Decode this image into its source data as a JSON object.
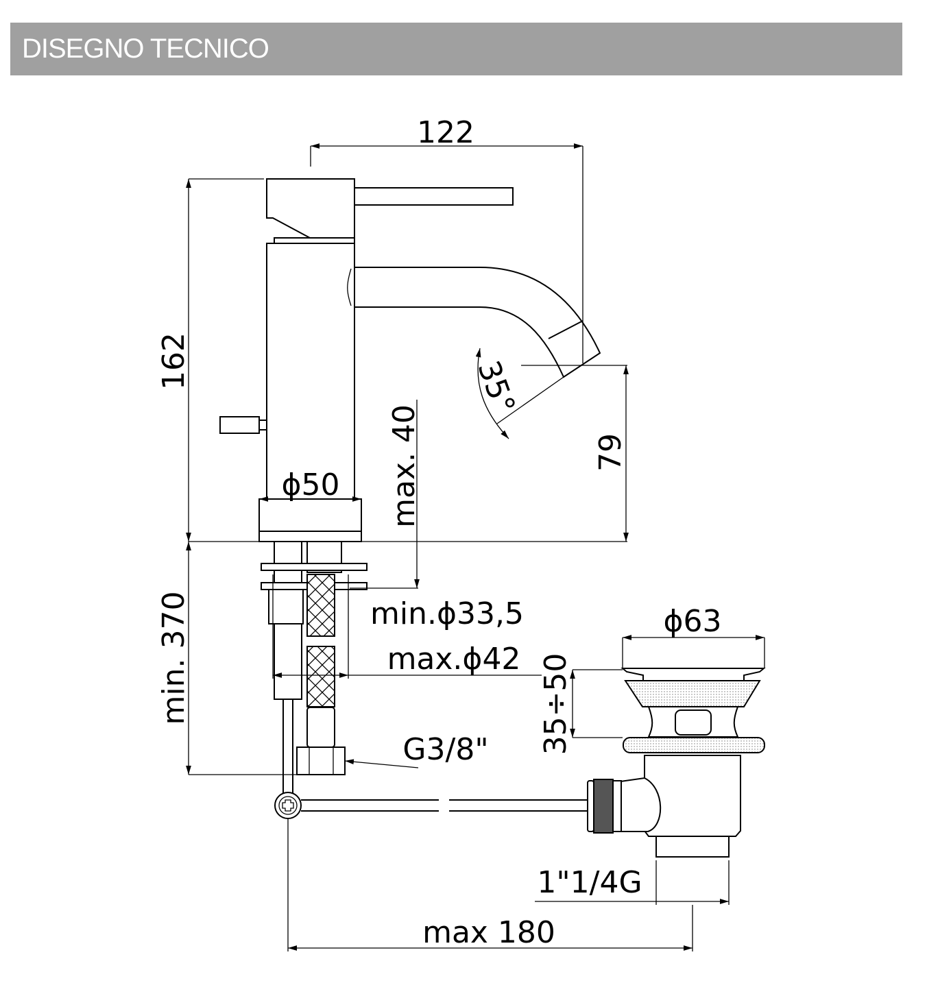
{
  "header": {
    "title": "DISEGNO TECNICO",
    "background": "#a0a0a0"
  },
  "dimensions": {
    "reach": "122",
    "height": "162",
    "spout_height": "79",
    "angle": "35°",
    "max_deck": "max. 40",
    "base_diameter": "ϕ50",
    "min_length": "min. 370",
    "min_hole": "min.ϕ33,5",
    "max_hole": "max.ϕ42",
    "drain_diameter": "ϕ63",
    "drain_range": "35÷50",
    "hose_thread": "G3/8\"",
    "drain_thread": "1\"1/4G",
    "max_rod": "max 180"
  }
}
